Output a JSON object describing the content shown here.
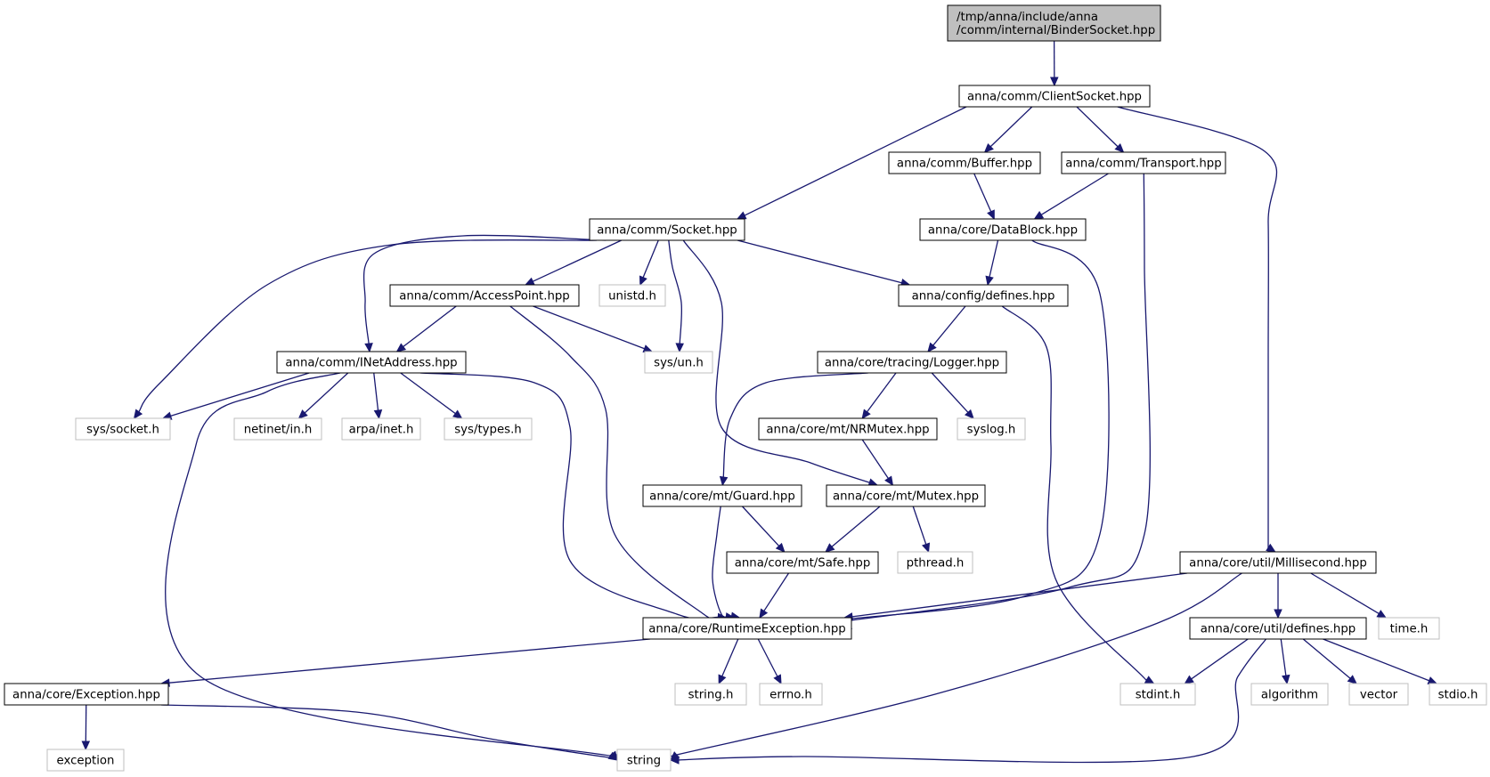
{
  "graph": {
    "title": "/tmp/anna/include/anna/comm/internal/BinderSocket.hpp",
    "edge_color": "#191970",
    "main_fill": "#bfbfbf",
    "external_border": "#bfbfbf",
    "nodes": {
      "binder": {
        "lines": [
          "/tmp/anna/include/anna",
          "/comm/internal/BinderSocket.hpp"
        ],
        "kind": "main"
      },
      "clientsocket": {
        "lines": [
          "anna/comm/ClientSocket.hpp"
        ],
        "kind": "internal"
      },
      "buffer": {
        "lines": [
          "anna/comm/Buffer.hpp"
        ],
        "kind": "internal"
      },
      "transport": {
        "lines": [
          "anna/comm/Transport.hpp"
        ],
        "kind": "internal"
      },
      "socket": {
        "lines": [
          "anna/comm/Socket.hpp"
        ],
        "kind": "internal"
      },
      "datablock": {
        "lines": [
          "anna/core/DataBlock.hpp"
        ],
        "kind": "internal"
      },
      "accesspoint": {
        "lines": [
          "anna/comm/AccessPoint.hpp"
        ],
        "kind": "internal"
      },
      "unistd": {
        "lines": [
          "unistd.h"
        ],
        "kind": "external"
      },
      "configdefines": {
        "lines": [
          "anna/config/defines.hpp"
        ],
        "kind": "internal"
      },
      "inetaddress": {
        "lines": [
          "anna/comm/INetAddress.hpp"
        ],
        "kind": "internal"
      },
      "sysun": {
        "lines": [
          "sys/un.h"
        ],
        "kind": "external"
      },
      "logger": {
        "lines": [
          "anna/core/tracing/Logger.hpp"
        ],
        "kind": "internal"
      },
      "syssocket": {
        "lines": [
          "sys/socket.h"
        ],
        "kind": "external"
      },
      "netinet": {
        "lines": [
          "netinet/in.h"
        ],
        "kind": "external"
      },
      "arpainet": {
        "lines": [
          "arpa/inet.h"
        ],
        "kind": "external"
      },
      "systypes": {
        "lines": [
          "sys/types.h"
        ],
        "kind": "external"
      },
      "nrmutex": {
        "lines": [
          "anna/core/mt/NRMutex.hpp"
        ],
        "kind": "internal"
      },
      "syslog": {
        "lines": [
          "syslog.h"
        ],
        "kind": "external"
      },
      "guard": {
        "lines": [
          "anna/core/mt/Guard.hpp"
        ],
        "kind": "internal"
      },
      "mutex": {
        "lines": [
          "anna/core/mt/Mutex.hpp"
        ],
        "kind": "internal"
      },
      "safe": {
        "lines": [
          "anna/core/mt/Safe.hpp"
        ],
        "kind": "internal"
      },
      "pthread": {
        "lines": [
          "pthread.h"
        ],
        "kind": "external"
      },
      "millisecond": {
        "lines": [
          "anna/core/util/Millisecond.hpp"
        ],
        "kind": "internal"
      },
      "runtimeexc": {
        "lines": [
          "anna/core/RuntimeException.hpp"
        ],
        "kind": "internal"
      },
      "utildefines": {
        "lines": [
          "anna/core/util/defines.hpp"
        ],
        "kind": "internal"
      },
      "timeh": {
        "lines": [
          "time.h"
        ],
        "kind": "external"
      },
      "exception_hpp": {
        "lines": [
          "anna/core/Exception.hpp"
        ],
        "kind": "internal"
      },
      "stringh": {
        "lines": [
          "string.h"
        ],
        "kind": "external"
      },
      "errno": {
        "lines": [
          "errno.h"
        ],
        "kind": "external"
      },
      "stdint": {
        "lines": [
          "stdint.h"
        ],
        "kind": "external"
      },
      "algorithm": {
        "lines": [
          "algorithm"
        ],
        "kind": "external"
      },
      "vector": {
        "lines": [
          "vector"
        ],
        "kind": "external"
      },
      "stdio": {
        "lines": [
          "stdio.h"
        ],
        "kind": "external"
      },
      "exception": {
        "lines": [
          "exception"
        ],
        "kind": "external"
      },
      "string": {
        "lines": [
          "string"
        ],
        "kind": "external"
      }
    },
    "edges": [
      [
        "binder",
        "clientsocket"
      ],
      [
        "clientsocket",
        "socket"
      ],
      [
        "clientsocket",
        "buffer"
      ],
      [
        "clientsocket",
        "transport"
      ],
      [
        "clientsocket",
        "millisecond"
      ],
      [
        "buffer",
        "datablock"
      ],
      [
        "transport",
        "datablock"
      ],
      [
        "transport",
        "runtimeexc"
      ],
      [
        "datablock",
        "configdefines"
      ],
      [
        "datablock",
        "runtimeexc"
      ],
      [
        "socket",
        "syssocket"
      ],
      [
        "socket",
        "inetaddress"
      ],
      [
        "socket",
        "accesspoint"
      ],
      [
        "socket",
        "unistd"
      ],
      [
        "socket",
        "sysun"
      ],
      [
        "socket",
        "mutex"
      ],
      [
        "socket",
        "configdefines"
      ],
      [
        "accesspoint",
        "inetaddress"
      ],
      [
        "accesspoint",
        "sysun"
      ],
      [
        "accesspoint",
        "runtimeexc"
      ],
      [
        "configdefines",
        "logger"
      ],
      [
        "configdefines",
        "stdint"
      ],
      [
        "inetaddress",
        "syssocket"
      ],
      [
        "inetaddress",
        "netinet"
      ],
      [
        "inetaddress",
        "arpainet"
      ],
      [
        "inetaddress",
        "systypes"
      ],
      [
        "inetaddress",
        "string"
      ],
      [
        "inetaddress",
        "runtimeexc"
      ],
      [
        "logger",
        "nrmutex"
      ],
      [
        "logger",
        "syslog"
      ],
      [
        "logger",
        "guard"
      ],
      [
        "nrmutex",
        "mutex"
      ],
      [
        "guard",
        "safe"
      ],
      [
        "guard",
        "runtimeexc"
      ],
      [
        "mutex",
        "safe"
      ],
      [
        "mutex",
        "pthread"
      ],
      [
        "safe",
        "runtimeexc"
      ],
      [
        "millisecond",
        "runtimeexc"
      ],
      [
        "millisecond",
        "utildefines"
      ],
      [
        "millisecond",
        "timeh"
      ],
      [
        "millisecond",
        "string"
      ],
      [
        "runtimeexc",
        "exception_hpp"
      ],
      [
        "runtimeexc",
        "stringh"
      ],
      [
        "runtimeexc",
        "errno"
      ],
      [
        "utildefines",
        "stdint"
      ],
      [
        "utildefines",
        "algorithm"
      ],
      [
        "utildefines",
        "vector"
      ],
      [
        "utildefines",
        "stdio"
      ],
      [
        "utildefines",
        "string"
      ],
      [
        "exception_hpp",
        "exception"
      ],
      [
        "exception_hpp",
        "string"
      ]
    ]
  }
}
